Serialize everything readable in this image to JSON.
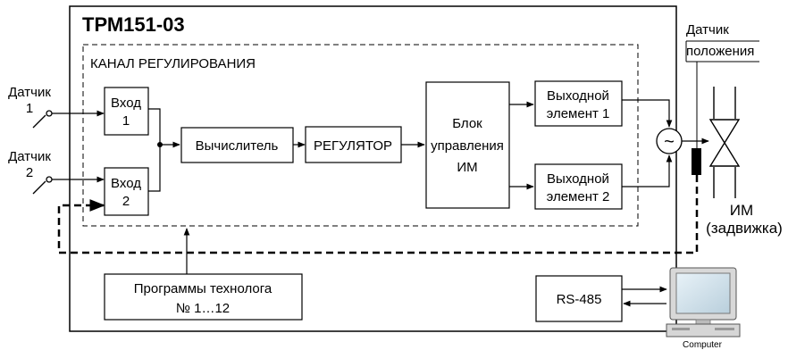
{
  "device": {
    "title": "ТРМ151-03"
  },
  "channel": {
    "label": "КАНАЛ РЕГУЛИРОВАНИЯ"
  },
  "sensors": [
    {
      "line1": "Датчик",
      "line2": "1"
    },
    {
      "line1": "Датчик",
      "line2": "2"
    }
  ],
  "inputs": [
    {
      "line1": "Вход",
      "line2": "1"
    },
    {
      "line1": "Вход",
      "line2": "2"
    }
  ],
  "calculator": {
    "label": "Вычислитель"
  },
  "regulator": {
    "label": "РЕГУЛЯТОР"
  },
  "control_block": {
    "line1": "Блок",
    "line2": "управления",
    "line3": "ИМ"
  },
  "outputs": [
    {
      "line1": "Выходной",
      "line2": "элемент 1"
    },
    {
      "line1": "Выходной",
      "line2": "элемент 2"
    }
  ],
  "position_sensor": {
    "line1": "Датчик",
    "line2": "положения"
  },
  "actuator": {
    "line1": "ИМ",
    "line2": "(задвижка)"
  },
  "programs": {
    "line1": "Программы технолога",
    "line2": "№ 1…12"
  },
  "rs485": {
    "label": "RS-485"
  },
  "computer": {
    "label": "Computer"
  },
  "motor": {
    "symbol": "~"
  }
}
